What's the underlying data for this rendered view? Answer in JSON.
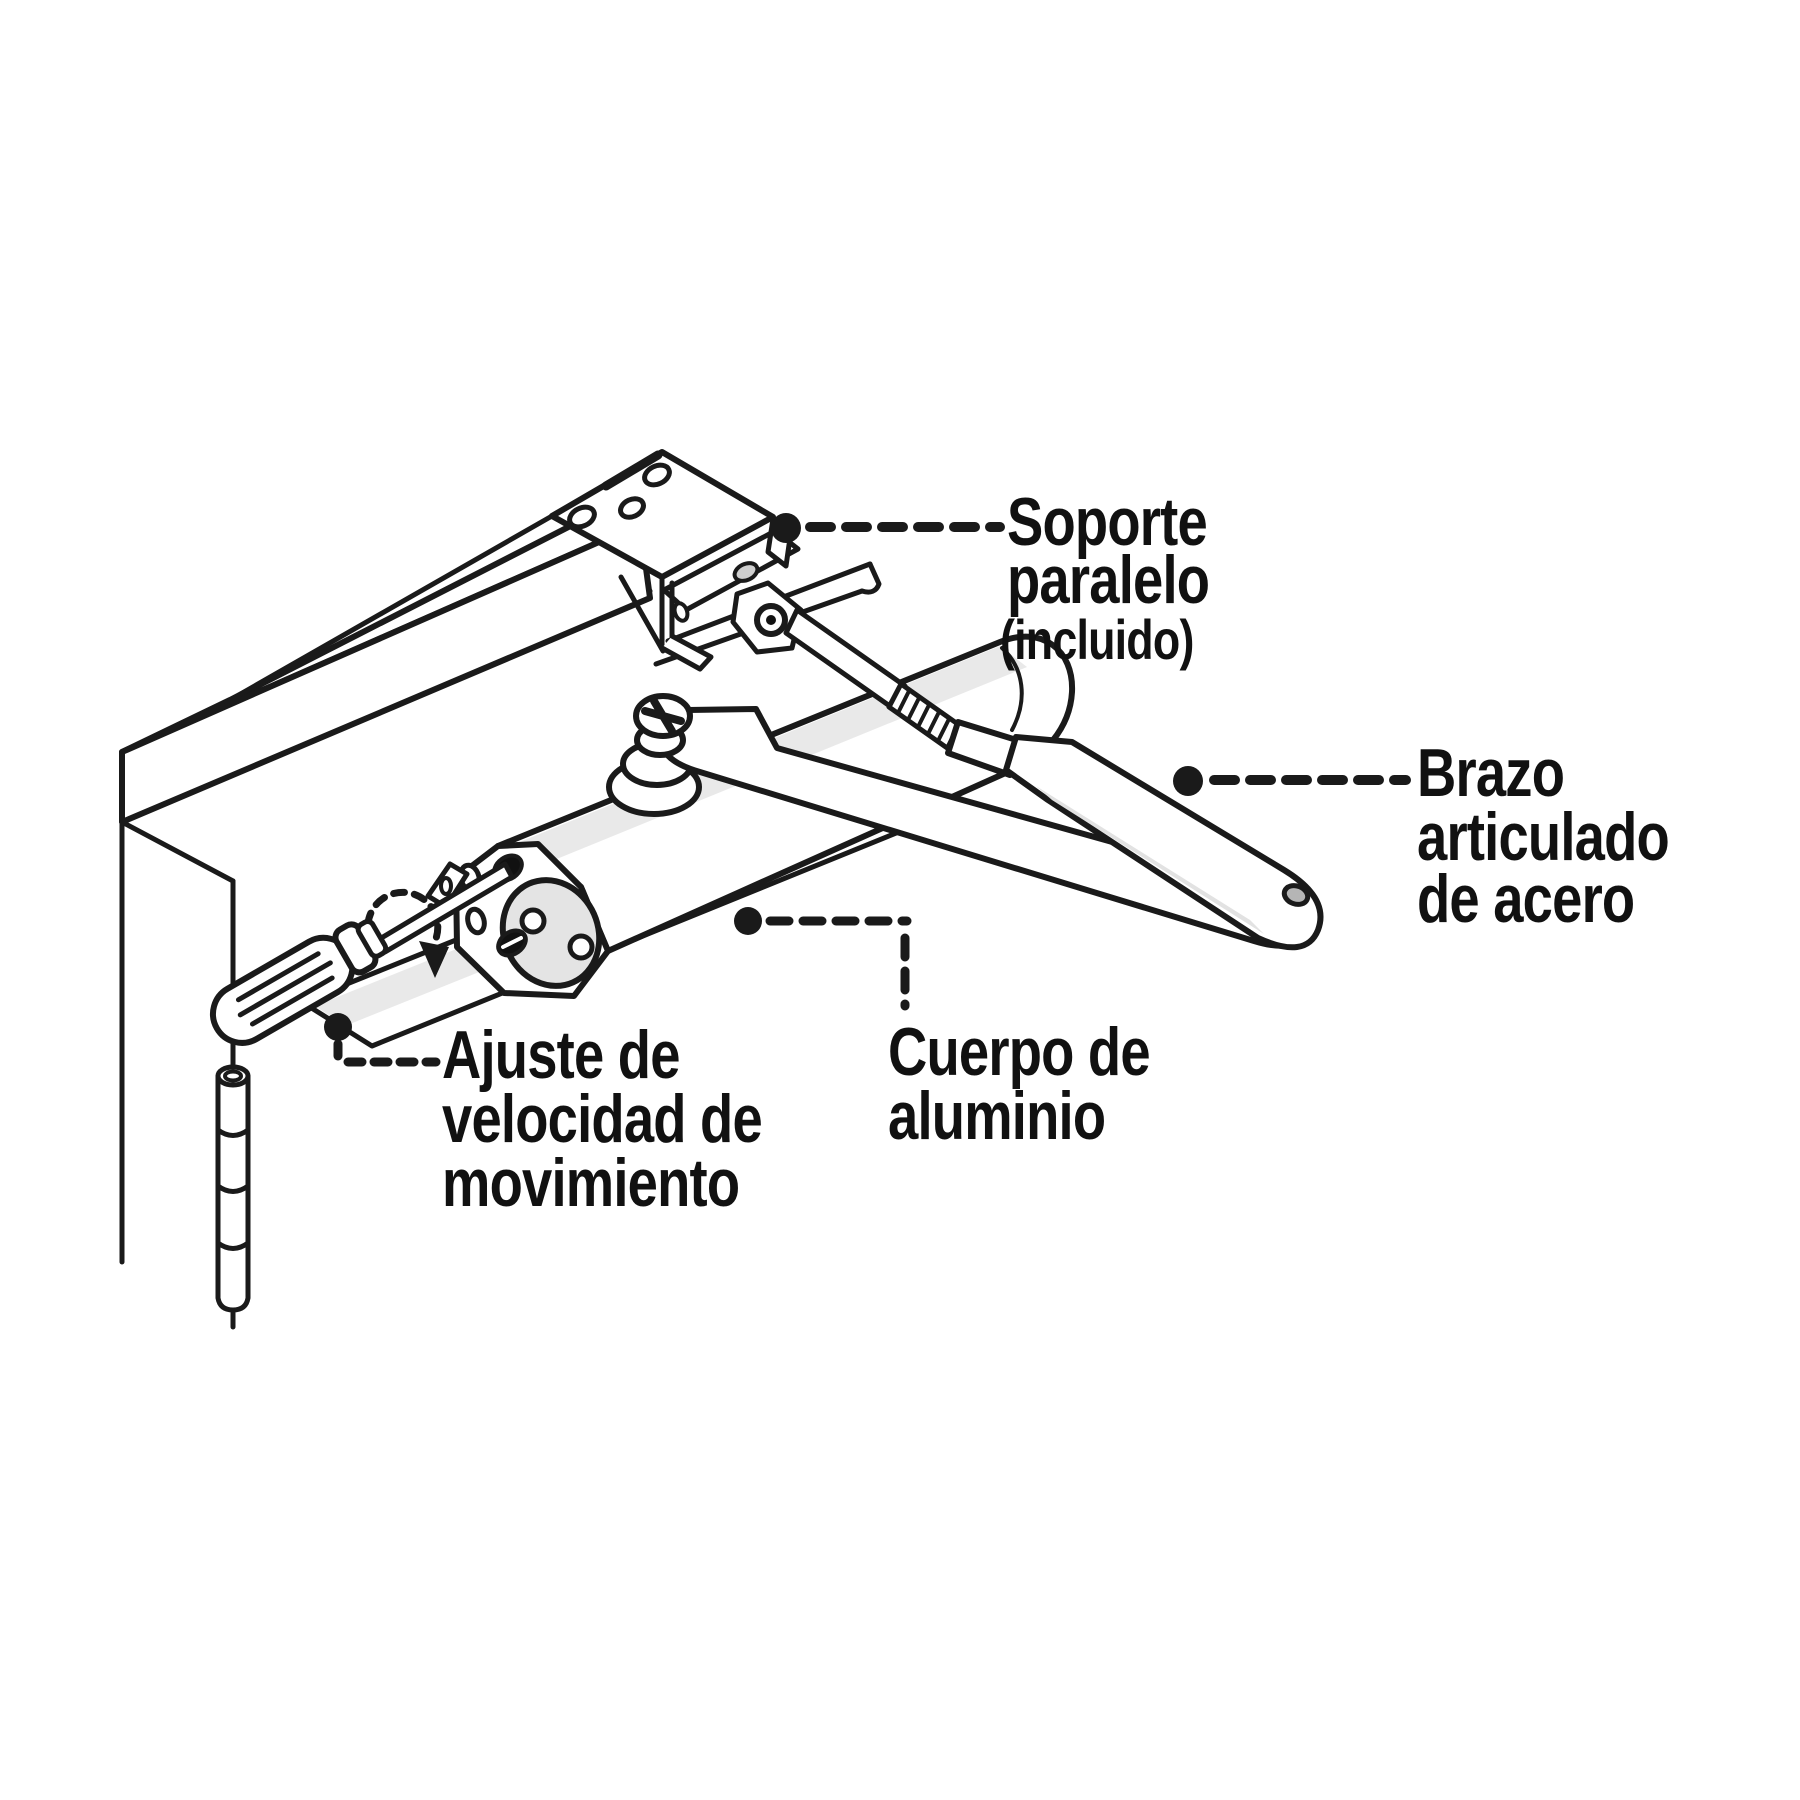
{
  "page": {
    "background": "#ffffff",
    "kind": "product technical illustration"
  },
  "diagram": {
    "subject": "hydraulic door closer mounted on a door frame, exploded callout diagram",
    "colors": {
      "line": "#1a1a1a",
      "shade_light": "#e9e9e9",
      "shade_mid": "#d6d6d6",
      "hole_gray": "#b5b5b5",
      "valve_dark": "#111111"
    },
    "labels": {
      "soporte": {
        "lines": [
          "Soporte",
          "paralelo",
          "(incluido)"
        ]
      },
      "brazo": {
        "lines": [
          "Brazo",
          "articulado",
          "de acero"
        ]
      },
      "ajuste": {
        "lines": [
          "Ajuste de",
          "velocidad de",
          "movimiento"
        ]
      },
      "cuerpo": {
        "lines": [
          "Cuerpo de",
          "aluminio"
        ]
      }
    }
  }
}
